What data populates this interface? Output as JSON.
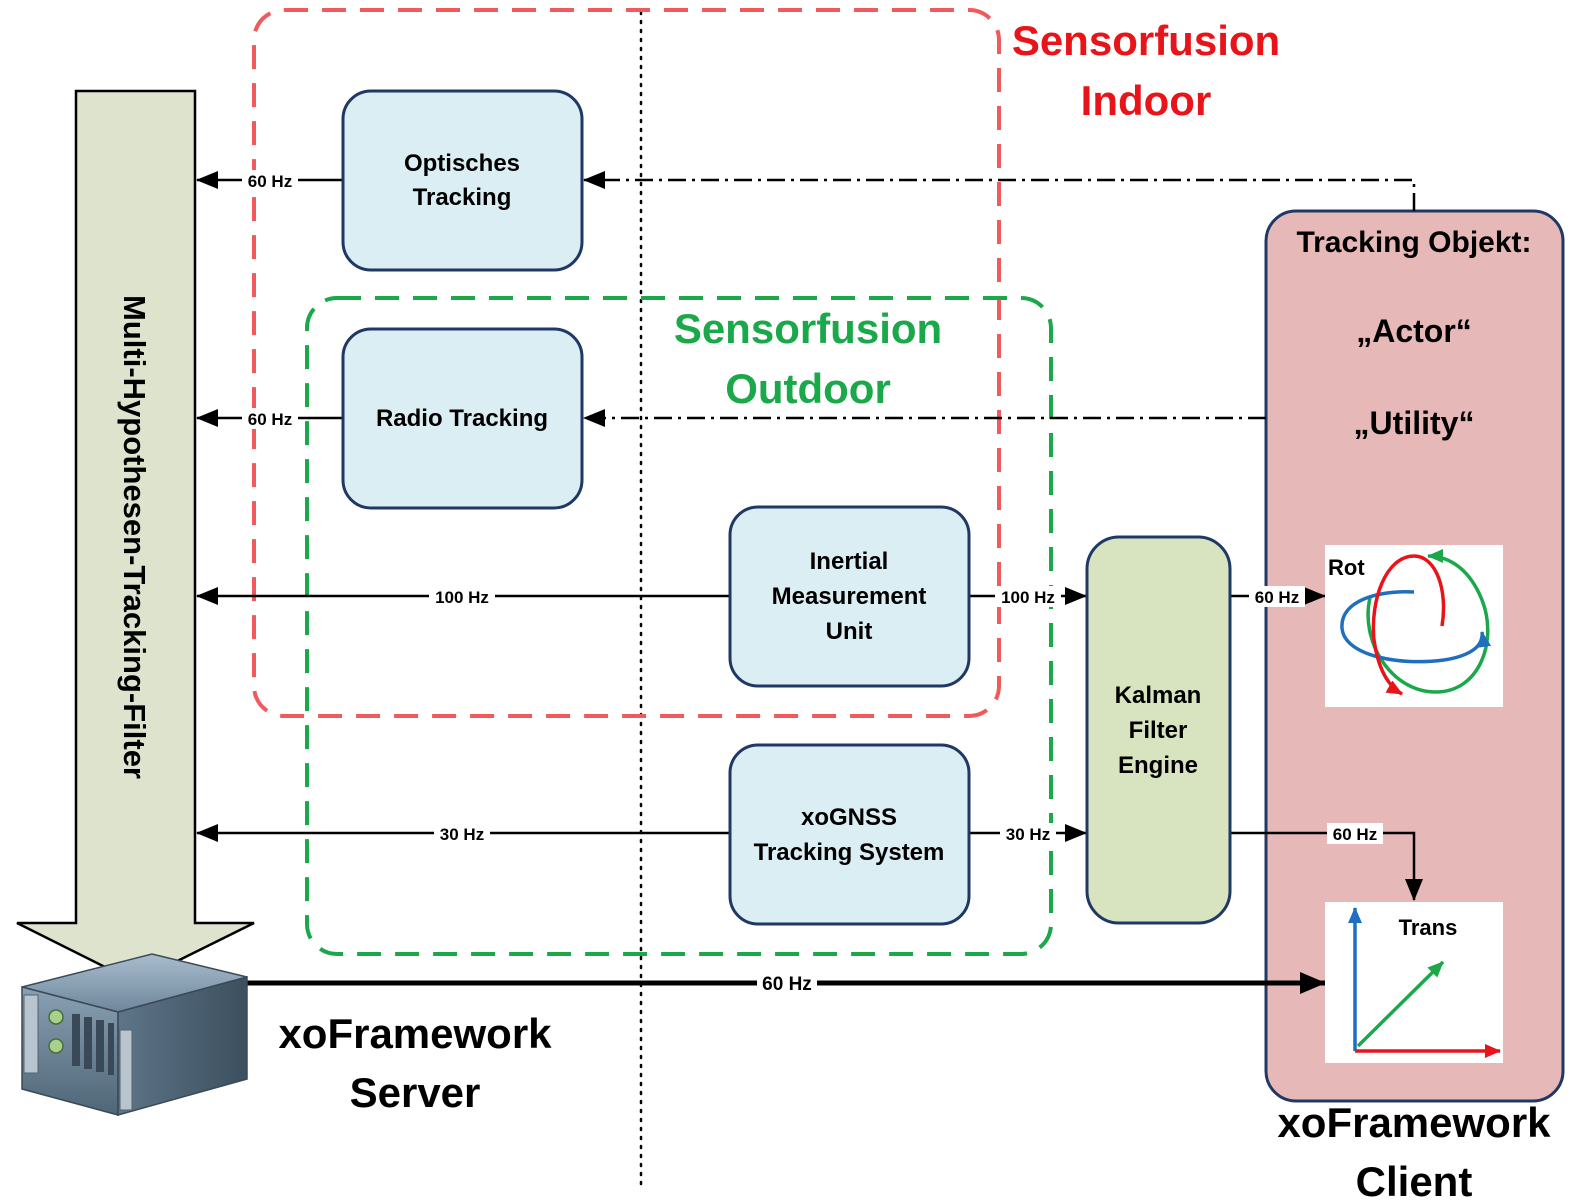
{
  "regions": {
    "indoor": {
      "line1": "Sensorfusion",
      "line2": "Indoor",
      "color": "#e8141a",
      "border_color": "#f15a5c"
    },
    "outdoor": {
      "line1": "Sensorfusion",
      "line2": "Outdoor",
      "color": "#1aa84a",
      "border_color": "#1aa84a"
    }
  },
  "filter_arrow": {
    "label": "Multi-Hypothesen-Tracking-Filter",
    "fill": "#dde3cd"
  },
  "sensors": {
    "optical": {
      "line1": "Optisches",
      "line2": "Tracking",
      "rate_to_filter": "60 Hz"
    },
    "radio": {
      "line1": "Radio Tracking",
      "rate_to_filter": "60 Hz"
    },
    "imu": {
      "line1": "Inertial",
      "line2": "Measurement",
      "line3": "Unit",
      "rate_to_filter": "100 Hz",
      "rate_to_kalman": "100 Hz"
    },
    "gnss": {
      "line1": "xoGNSS",
      "line2": "Tracking System",
      "rate_to_filter": "30 Hz",
      "rate_to_kalman": "30 Hz"
    }
  },
  "kalman": {
    "line1": "Kalman",
    "line2": "Filter",
    "line3": "Engine",
    "rate_rot": "60 Hz",
    "rate_trans": "60 Hz",
    "fill": "#d8e4bf"
  },
  "server": {
    "line1": "xoFramework",
    "line2": "Server",
    "rate_to_client": "60 Hz"
  },
  "client": {
    "title": "Tracking Objekt:",
    "item1": "„Actor“",
    "item2": "„Utility“",
    "rot_label": "Rot",
    "trans_label": "Trans",
    "footer_line1": "xoFramework",
    "footer_line2": "Client",
    "fill": "#e6b8b7",
    "border": "#1f3864"
  },
  "colors": {
    "sensor_fill": "#dbeef4",
    "box_border": "#1f3864"
  }
}
